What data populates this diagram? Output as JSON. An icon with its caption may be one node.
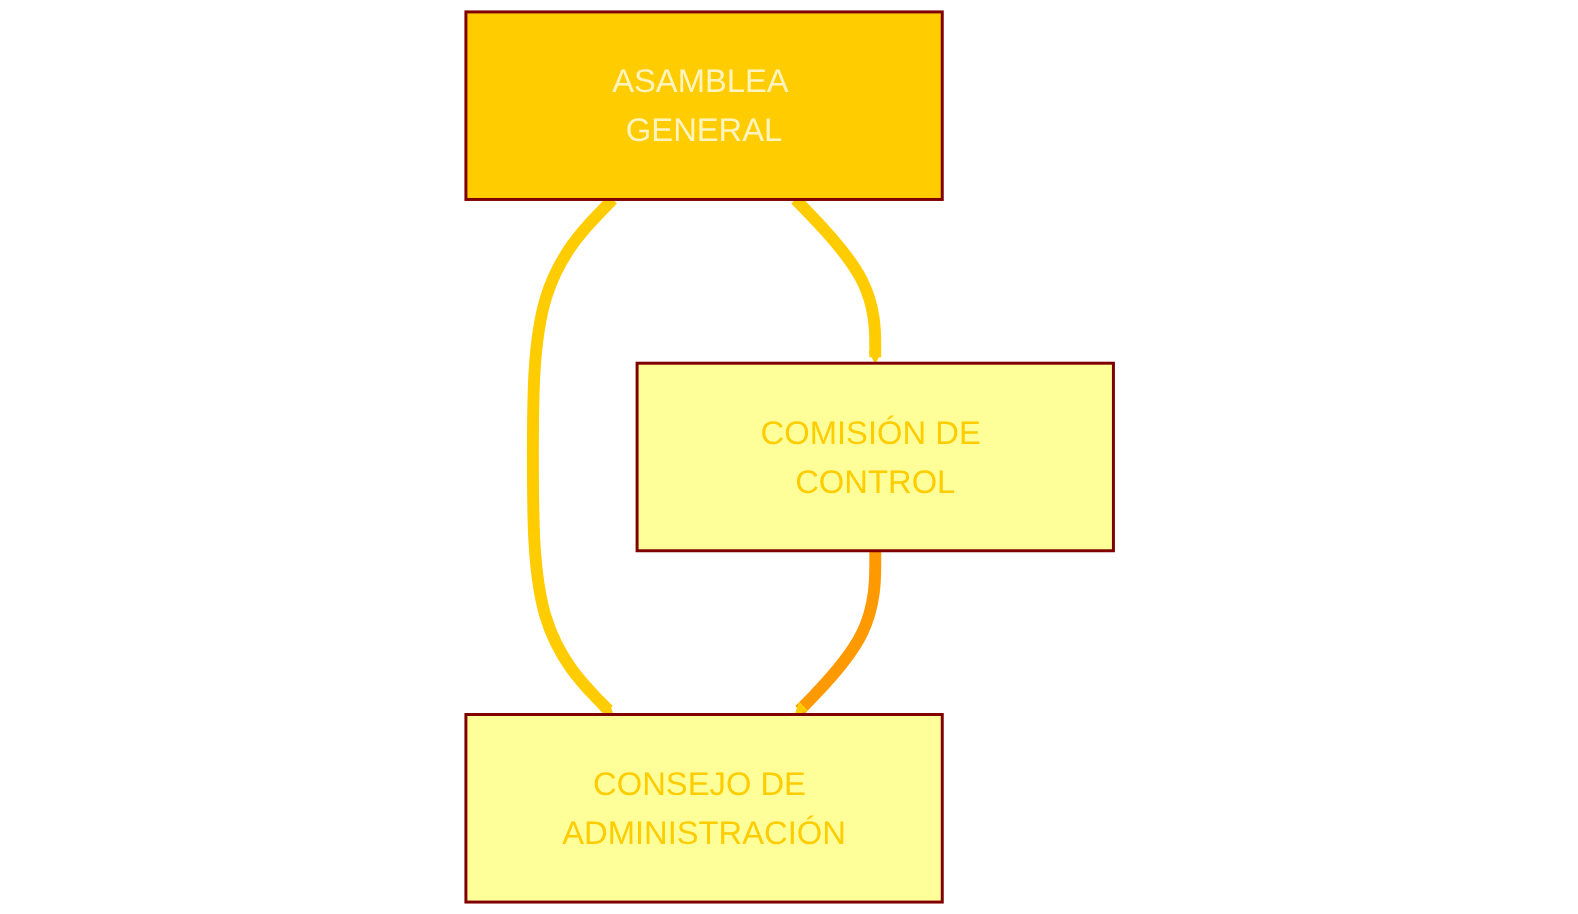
{
  "diagram": {
    "nodes": [
      {
        "text": [
          "ASAMBLEA GENERAL"
        ]
      },
      {
        "text": [
          "CONSEJO DE ADMINISTRACIÓN"
        ]
      },
      {
        "text": [
          "COMISIÓN DE CONTROL"
        ]
      }
    ],
    "edges": [
      {
        "from": 0,
        "to": 1,
        "arrow": "to"
      },
      {
        "from": 0,
        "to": 2,
        "arrow": "to"
      },
      {
        "from": 2,
        "to": 1,
        "arrow": "to",
        "color": "#ff9900"
      }
    ]
  }
}
